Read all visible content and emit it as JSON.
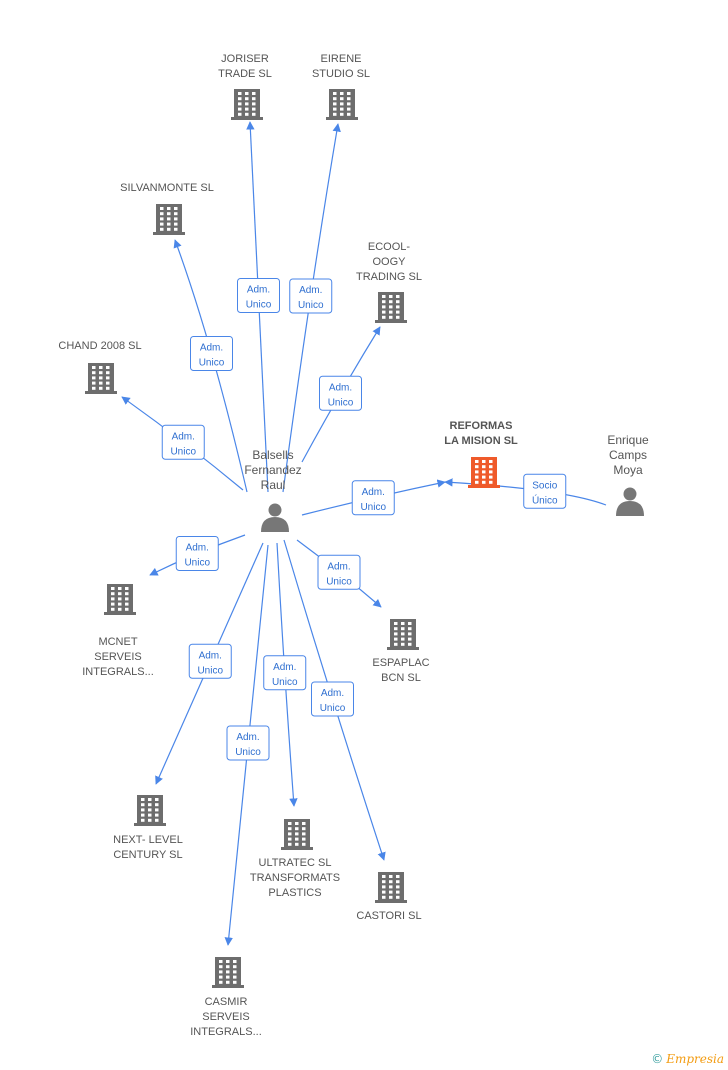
{
  "colors": {
    "company": "#6d6d6d",
    "company_focus": "#ef5a2a",
    "person": "#777777",
    "edge": "#4a86e8",
    "badge_text": "#2f6fd0"
  },
  "nodes": [
    {
      "id": "joriser",
      "type": "company",
      "icon": "building-icon",
      "label": [
        "JORISER",
        "TRADE SL"
      ]
    },
    {
      "id": "eirene",
      "type": "company",
      "icon": "building-icon",
      "label": [
        "EIRENE",
        "STUDIO SL"
      ]
    },
    {
      "id": "silvanmonte",
      "type": "company",
      "icon": "building-icon",
      "label": [
        "SILVANMONTE SL"
      ]
    },
    {
      "id": "ecool",
      "type": "company",
      "icon": "building-icon",
      "label": [
        "ECOOL-",
        "OOGY",
        "TRADING SL"
      ]
    },
    {
      "id": "chand",
      "type": "company",
      "icon": "building-icon",
      "label": [
        "CHAND 2008 SL"
      ]
    },
    {
      "id": "reformas",
      "type": "company_focus",
      "icon": "building-icon",
      "label": [
        "REFORMAS",
        "LA MISION SL"
      ]
    },
    {
      "id": "enrique",
      "type": "person",
      "icon": "person-icon",
      "label": [
        "Enrique",
        "Camps",
        "Moya"
      ]
    },
    {
      "id": "balsells",
      "type": "person",
      "icon": "person-icon",
      "label": [
        "Balsells",
        "Fernandez",
        "Raul"
      ]
    },
    {
      "id": "mcnet",
      "type": "company",
      "icon": "building-icon",
      "label": [
        "MCNET",
        "SERVEIS",
        "INTEGRALS..."
      ]
    },
    {
      "id": "espaplac",
      "type": "company",
      "icon": "building-icon",
      "label": [
        "ESPAPLAC",
        "BCN SL"
      ]
    },
    {
      "id": "nextlevel",
      "type": "company",
      "icon": "building-icon",
      "label": [
        "NEXT- LEVEL",
        "CENTURY  SL"
      ]
    },
    {
      "id": "ultratec",
      "type": "company",
      "icon": "building-icon",
      "label": [
        "ULTRATEC SL",
        "TRANSFORMATS",
        "PLASTICS"
      ]
    },
    {
      "id": "castori",
      "type": "company",
      "icon": "building-icon",
      "label": [
        "CASTORI SL"
      ]
    },
    {
      "id": "casmir",
      "type": "company",
      "icon": "building-icon",
      "label": [
        "CASMIR",
        "SERVEIS",
        "INTEGRALS..."
      ]
    }
  ],
  "edges": [
    {
      "from": "balsells",
      "to": "joriser",
      "label": [
        "Adm.",
        "Unico"
      ]
    },
    {
      "from": "balsells",
      "to": "eirene",
      "label": [
        "Adm.",
        "Unico"
      ]
    },
    {
      "from": "balsells",
      "to": "silvanmonte",
      "label": [
        "Adm.",
        "Unico"
      ]
    },
    {
      "from": "balsells",
      "to": "ecool",
      "label": [
        "Adm.",
        "Unico"
      ]
    },
    {
      "from": "balsells",
      "to": "chand",
      "label": [
        "Adm.",
        "Unico"
      ]
    },
    {
      "from": "balsells",
      "to": "reformas",
      "label": [
        "Adm.",
        "Unico"
      ]
    },
    {
      "from": "enrique",
      "to": "reformas",
      "label": [
        "Socio",
        "Único"
      ]
    },
    {
      "from": "balsells",
      "to": "mcnet",
      "label": [
        "Adm.",
        "Unico"
      ]
    },
    {
      "from": "balsells",
      "to": "espaplac",
      "label": [
        "Adm.",
        "Unico"
      ]
    },
    {
      "from": "balsells",
      "to": "nextlevel",
      "label": [
        "Adm.",
        "Unico"
      ]
    },
    {
      "from": "balsells",
      "to": "ultratec",
      "label": [
        "Adm.",
        "Unico"
      ]
    },
    {
      "from": "balsells",
      "to": "castori",
      "label": [
        "Adm.",
        "Unico"
      ]
    },
    {
      "from": "balsells",
      "to": "casmir",
      "label": [
        "Adm.",
        "Unico"
      ]
    }
  ],
  "footer": {
    "copyright": "©",
    "brand": "Empresia"
  }
}
